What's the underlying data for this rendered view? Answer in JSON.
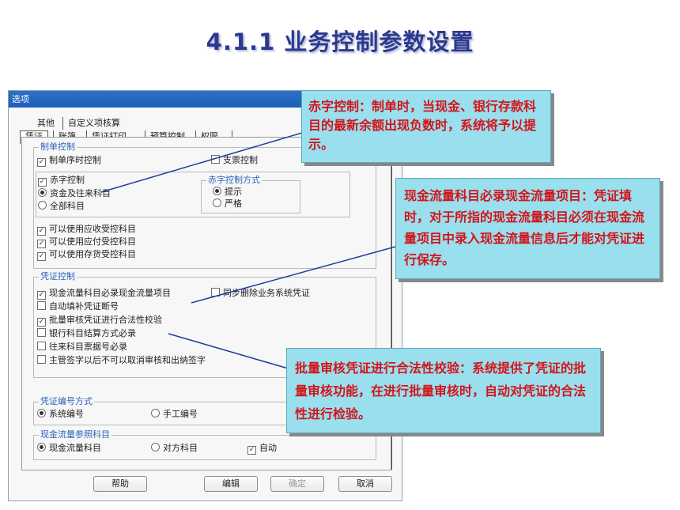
{
  "slide": {
    "title": "4.1.1 业务控制参数设置"
  },
  "window": {
    "title": "选项"
  },
  "tabs_top": [
    "其他",
    "自定义项核算"
  ],
  "tabs_bottom": [
    "凭证",
    "账簿",
    "凭证打印",
    "预算控制",
    "权限"
  ],
  "groups": {
    "voucher_make": {
      "title": "制单控制",
      "sequence": {
        "label": "制单序时控制",
        "checked": true
      },
      "cheque": {
        "label": "支票控制",
        "checked": false
      },
      "red": {
        "label": "赤字控制",
        "checked": true
      },
      "fund": {
        "label": "资金及往来科目",
        "selected": true
      },
      "all": {
        "label": "全部科目",
        "selected": false
      },
      "red_mode": {
        "title": "赤字控制方式",
        "prompt": "提示",
        "strict": "严格"
      },
      "receivable": {
        "label": "可以使用应收受控科目",
        "checked": true
      },
      "payable": {
        "label": "可以使用应付受控科目",
        "checked": true
      },
      "stock": {
        "label": "可以使用存货受控科目",
        "checked": true
      }
    },
    "voucher_control": {
      "title": "凭证控制",
      "cashflow": {
        "label": "现金流量科目必录现金流量项目",
        "checked": true
      },
      "sync_delete": {
        "label": "同步删除业务系统凭证",
        "checked": false
      },
      "autofill": {
        "label": "自动填补凭证断号",
        "checked": false
      },
      "batch": {
        "label": "批量审核凭证进行合法性校验",
        "checked": true
      },
      "bank": {
        "label": "银行科目结算方式必录",
        "checked": false
      },
      "ar_ap": {
        "label": "往来科目票据号必录",
        "checked": false
      },
      "supervisor": {
        "label": "主管签字以后不可以取消审核和出纳签字",
        "checked": false
      }
    },
    "numbering": {
      "title": "凭证编号方式",
      "system": "系统编号",
      "manual": "手工编号"
    },
    "cashflow_ref": {
      "title": "现金流量参照科目",
      "cash": "现金流量科目",
      "counter": "对方科目",
      "auto_label": "自动"
    }
  },
  "buttons": {
    "help": "帮助",
    "edit": "编辑",
    "ok": "确定",
    "cancel": "取消"
  },
  "callouts": {
    "red": "赤字控制：制单时，当现金、银行存款科目的最新余额出现负数时，系统将予以提示。",
    "cashflow": "现金流量科目必录现金流量项目：凭证填时，对于所指的现金流量科目必须在现金流量项目中录入现金流量信息后才能对凭证进行保存。",
    "batch": "批量审核凭证进行合法性校验：系统提供了凭证的批量审核功能，在进行批量审核时，自动对凭证的合法性进行检验。"
  }
}
